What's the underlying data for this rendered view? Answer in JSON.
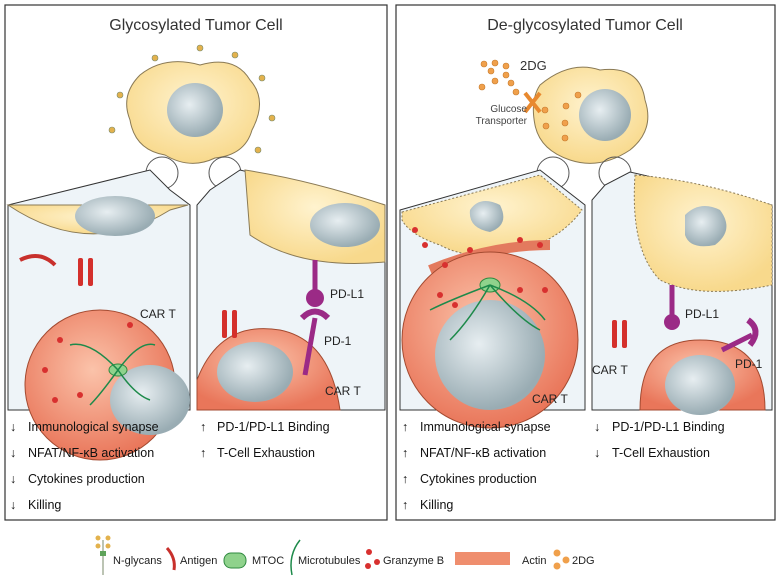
{
  "left_panel": {
    "title": "Glycosylated Tumor Cell",
    "labels": {
      "car_t_1": "CAR T",
      "car_t_2": "CAR T",
      "pd_l1": "PD-L1",
      "pd_1": "PD-1"
    },
    "effects_left": [
      {
        "dir": "down",
        "text": "Immunological synapse"
      },
      {
        "dir": "down",
        "text": "NFAT/NF-κB activation"
      },
      {
        "dir": "down",
        "text": "Cytokines production"
      },
      {
        "dir": "down",
        "text": "Killing"
      }
    ],
    "effects_right": [
      {
        "dir": "up",
        "text": "PD-1/PD-L1 Binding"
      },
      {
        "dir": "up",
        "text": "T-Cell Exhaustion"
      }
    ]
  },
  "right_panel": {
    "title": "De-glycosylated Tumor Cell",
    "labels": {
      "2dg": "2DG",
      "glucose_transporter_1": "Glucose",
      "glucose_transporter_2": "Transporter",
      "car_t_1": "CAR T",
      "car_t_2": "CAR T",
      "pd_l1": "PD-L1",
      "pd_1": "PD-1"
    },
    "effects_left": [
      {
        "dir": "up",
        "text": "Immunological synapse"
      },
      {
        "dir": "up",
        "text": "NFAT/NF-κB activation"
      },
      {
        "dir": "up",
        "text": "Cytokines production"
      },
      {
        "dir": "up",
        "text": "Killing"
      }
    ],
    "effects_right": [
      {
        "dir": "down",
        "text": "PD-1/PD-L1 Binding"
      },
      {
        "dir": "down",
        "text": "T-Cell Exhaustion"
      }
    ]
  },
  "legend": [
    {
      "icon": "n-glycan-icon",
      "label": "N-glycans"
    },
    {
      "icon": "antigen-icon",
      "label": "Antigen"
    },
    {
      "icon": "mtoc-icon",
      "label": "MTOC"
    },
    {
      "icon": "microtubule-icon",
      "label": "Microtubules"
    },
    {
      "icon": "granzyme-icon",
      "label": "Granzyme B"
    },
    {
      "icon": "actin-icon",
      "label": "Actin"
    },
    {
      "icon": "2dg-icon",
      "label": "2DG"
    }
  ],
  "colors": {
    "tumor": "#fbe3a8",
    "nucleus": "#b9c8cc",
    "car_t": "#ef8e6e",
    "granzyme": "#d8302f",
    "pd": "#9b2a86",
    "orange_2dg": "#f0a04b",
    "panel_bg": "#eef4f8"
  }
}
